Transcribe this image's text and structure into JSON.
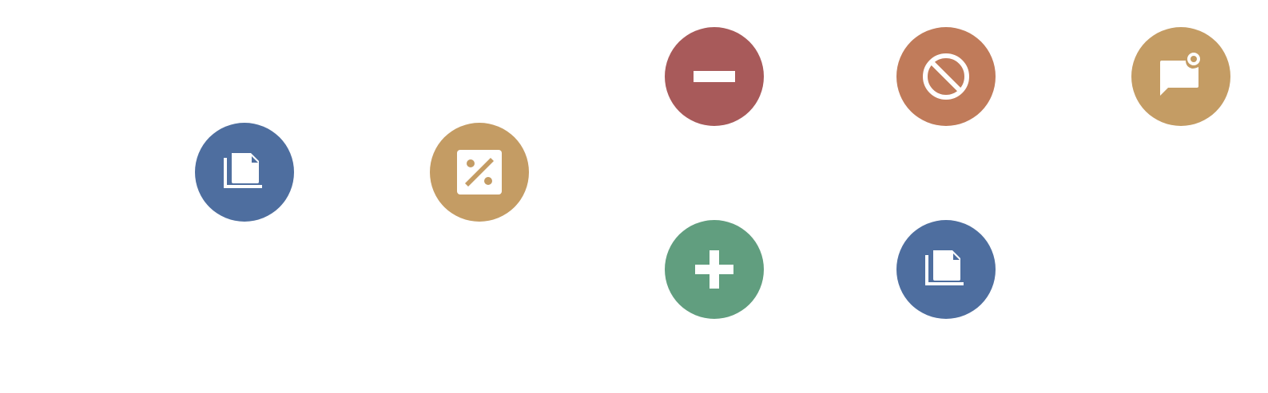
{
  "nodes": [
    {
      "id": "docs-1",
      "icon": "documents-icon",
      "color": "#4e6e9f"
    },
    {
      "id": "discount",
      "icon": "discount-tag-icon",
      "color": "#c49c64"
    },
    {
      "id": "remove",
      "icon": "minus-icon",
      "color": "#a85a5a"
    },
    {
      "id": "block",
      "icon": "block-icon",
      "color": "#c07b5a"
    },
    {
      "id": "chat",
      "icon": "chat-notification-icon",
      "color": "#c49c64"
    },
    {
      "id": "add",
      "icon": "plus-icon",
      "color": "#619e7f"
    },
    {
      "id": "docs-2",
      "icon": "documents-icon",
      "color": "#4e6e9f"
    }
  ]
}
